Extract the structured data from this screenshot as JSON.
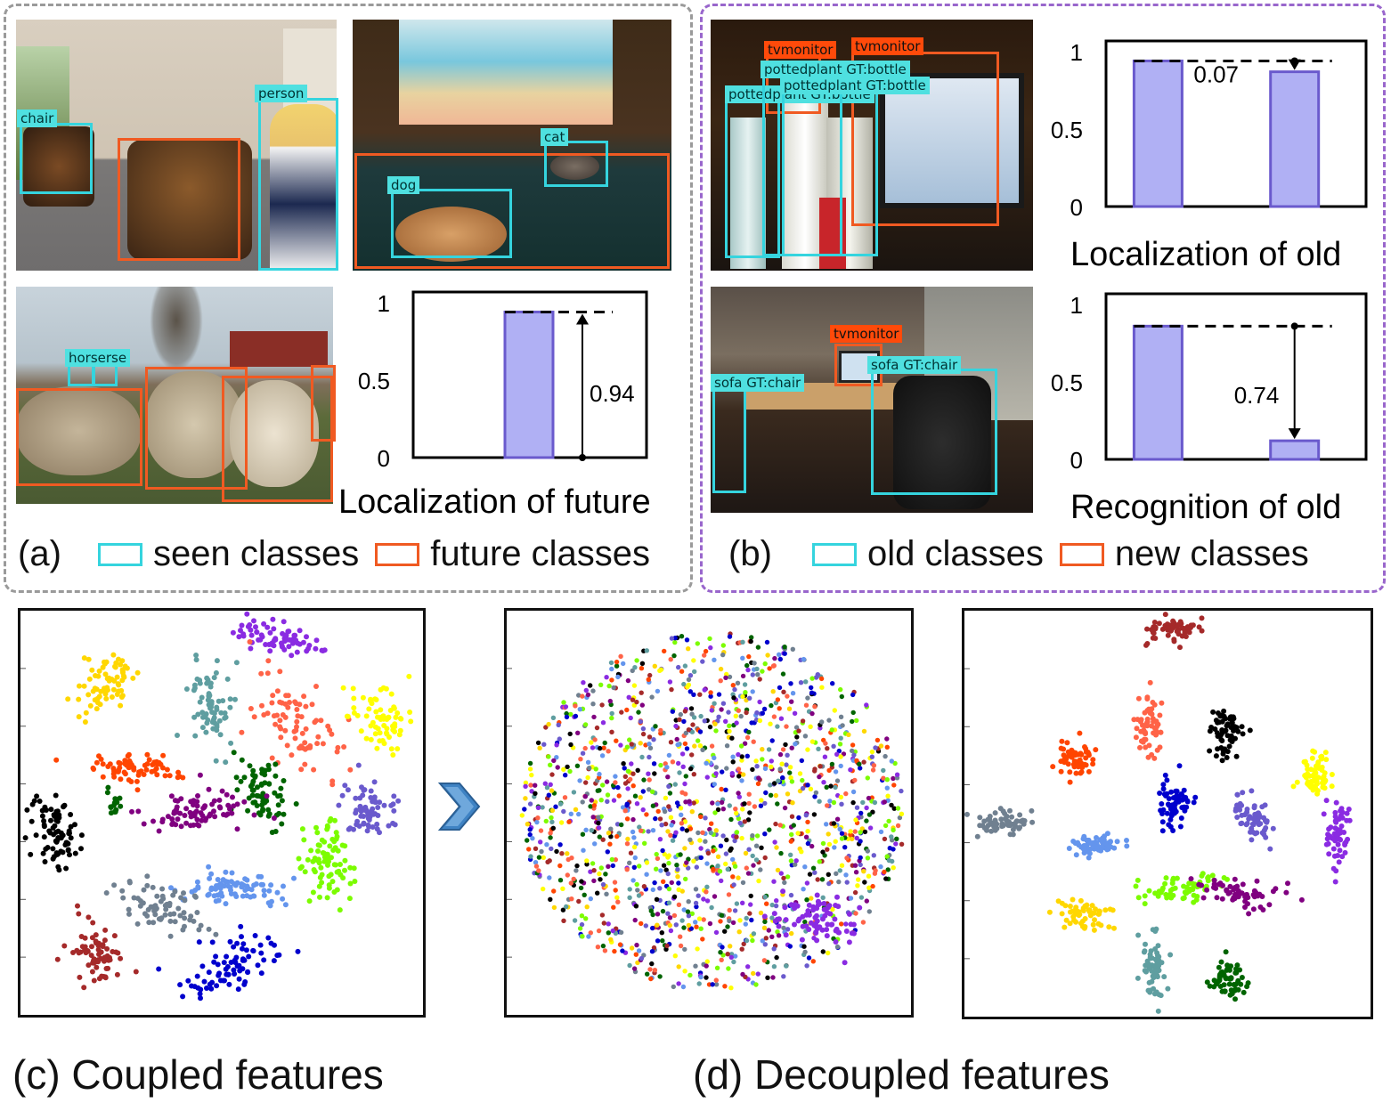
{
  "colors": {
    "seen": "#35d4de",
    "future": "#f05a22",
    "panel_a_border": "#9a9a9a",
    "panel_b_border": "#9966cc",
    "bar_fill": "#b0b0f4",
    "bar_stroke": "#6a5acd",
    "arrow_blue": "#3f83c4"
  },
  "panel_a": {
    "label": "(a)",
    "legend": [
      {
        "label": "seen classes",
        "kind": "seen"
      },
      {
        "label": "future classes",
        "kind": "future"
      }
    ],
    "tags": {
      "chair": "chair",
      "person": "person",
      "cat": "cat",
      "dog": "dog",
      "horse": "horserse"
    }
  },
  "panel_b": {
    "label": "(b)",
    "legend": [
      {
        "label": "old classes",
        "kind": "seen"
      },
      {
        "label": "new classes",
        "kind": "future"
      }
    ],
    "tags": {
      "tv1": "tvmonitor",
      "tv2": "tvmonitor",
      "tv3": "tvmonitor",
      "pp1": "pottedplant GT:bottle",
      "pp2": "pottedplant GT:bottle",
      "pp3": "pottedplant GT:bottle",
      "sofa1": "sofa GT:chair",
      "sofa2": "sofa GT:chair"
    }
  },
  "chart_data": [
    {
      "type": "bar",
      "title": "Localization of future",
      "yticks": [
        "0",
        "0.5",
        "1"
      ],
      "ylim": [
        0,
        1
      ],
      "values": [
        null,
        0.94
      ],
      "annotation": "0.94",
      "reference_line": 0.94
    },
    {
      "type": "bar",
      "title": "Localization of old",
      "yticks": [
        "0",
        "0.5",
        "1"
      ],
      "ylim": [
        0,
        1
      ],
      "values": [
        0.94,
        0.87
      ],
      "annotation": "0.07",
      "reference_line": 0.94
    },
    {
      "type": "bar",
      "title": "Recognition of old",
      "yticks": [
        "0",
        "0.5",
        "1"
      ],
      "ylim": [
        0,
        1
      ],
      "values": [
        0.86,
        0.12
      ],
      "annotation": "0.74",
      "reference_line": 0.86
    }
  ],
  "captions": {
    "c": "(c) Coupled features",
    "d": "(d) Decoupled features"
  },
  "clusters": {
    "palette": [
      "#8a2be2",
      "#ffd700",
      "#5f9ea0",
      "#ff6347",
      "#ffff00",
      "#ff4500",
      "#006400",
      "#800080",
      "#6a5acd",
      "#000000",
      "#7cfc00",
      "#6495ed",
      "#708090",
      "#a52a2a",
      "#0000cd"
    ]
  }
}
